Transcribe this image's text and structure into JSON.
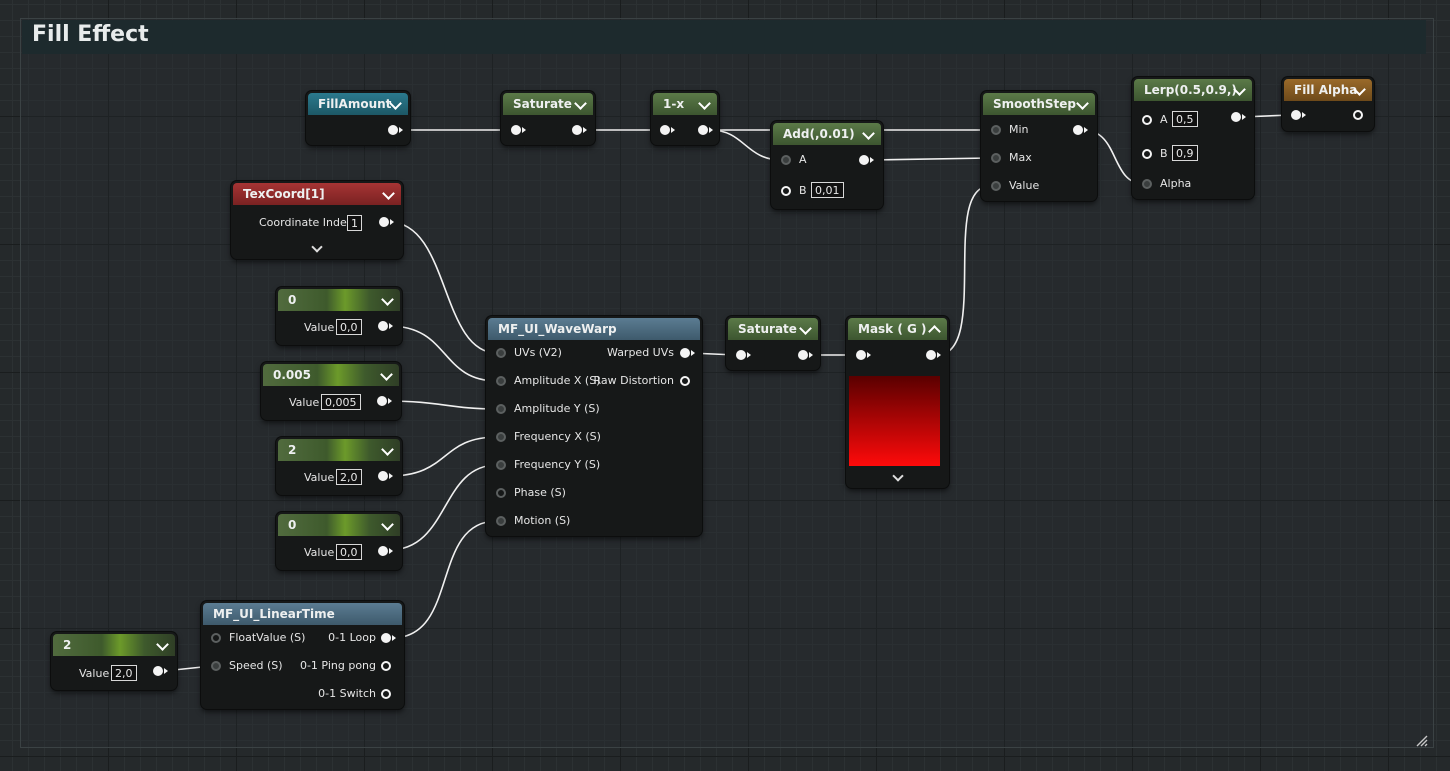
{
  "comment": {
    "title": "Fill Effect"
  },
  "nodes": {
    "fillamount": {
      "title": "FillAmount"
    },
    "saturate1": {
      "title": "Saturate"
    },
    "oneminus": {
      "title": "1-x"
    },
    "add": {
      "title": "Add(,0.01)",
      "pin_a": "A",
      "pin_b": "B",
      "b_value": "0,01"
    },
    "smoothstep": {
      "title": "SmoothStep",
      "pin_min": "Min",
      "pin_max": "Max",
      "pin_value": "Value"
    },
    "lerp": {
      "title": "Lerp(0.5,0.9,)",
      "pin_a": "A",
      "a_value": "0,5",
      "pin_b": "B",
      "b_value": "0,9",
      "pin_alpha": "Alpha"
    },
    "fillalpha": {
      "title": "Fill Alpha"
    },
    "texcoord": {
      "title": "TexCoord[1]",
      "label": "Coordinate Index",
      "value": "1"
    },
    "const_0a": {
      "title": "0",
      "label": "Value",
      "value": "0,0"
    },
    "const_005": {
      "title": "0.005",
      "label": "Value",
      "value": "0,005"
    },
    "const_2a": {
      "title": "2",
      "label": "Value",
      "value": "2,0"
    },
    "const_0b": {
      "title": "0",
      "label": "Value",
      "value": "0,0"
    },
    "const_2b": {
      "title": "2",
      "label": "Value",
      "value": "2,0"
    },
    "wavewarp": {
      "title": "MF_UI_WaveWarp",
      "inputs": [
        "UVs (V2)",
        "Amplitude X (S)",
        "Amplitude Y (S)",
        "Frequency X (S)",
        "Frequency Y (S)",
        "Phase (S)",
        "Motion (S)"
      ],
      "outputs": [
        "Warped UVs",
        "Raw Distortion"
      ]
    },
    "saturate2": {
      "title": "Saturate"
    },
    "mask": {
      "title": "Mask ( G )"
    },
    "lineartime": {
      "title": "MF_UI_LinearTime",
      "inputs": [
        "FloatValue (S)",
        "Speed (S)"
      ],
      "outputs": [
        "0-1 Loop",
        "0-1 Ping pong",
        "0-1 Switch"
      ]
    }
  },
  "colors": {
    "constant_header": "#5b7a48",
    "parameter_header": "#2b7a8e",
    "texcoord_header": "#a63434",
    "function_header": "#5b7c92",
    "output_header": "#9a6a2a",
    "wire": "#f0f0f0"
  }
}
